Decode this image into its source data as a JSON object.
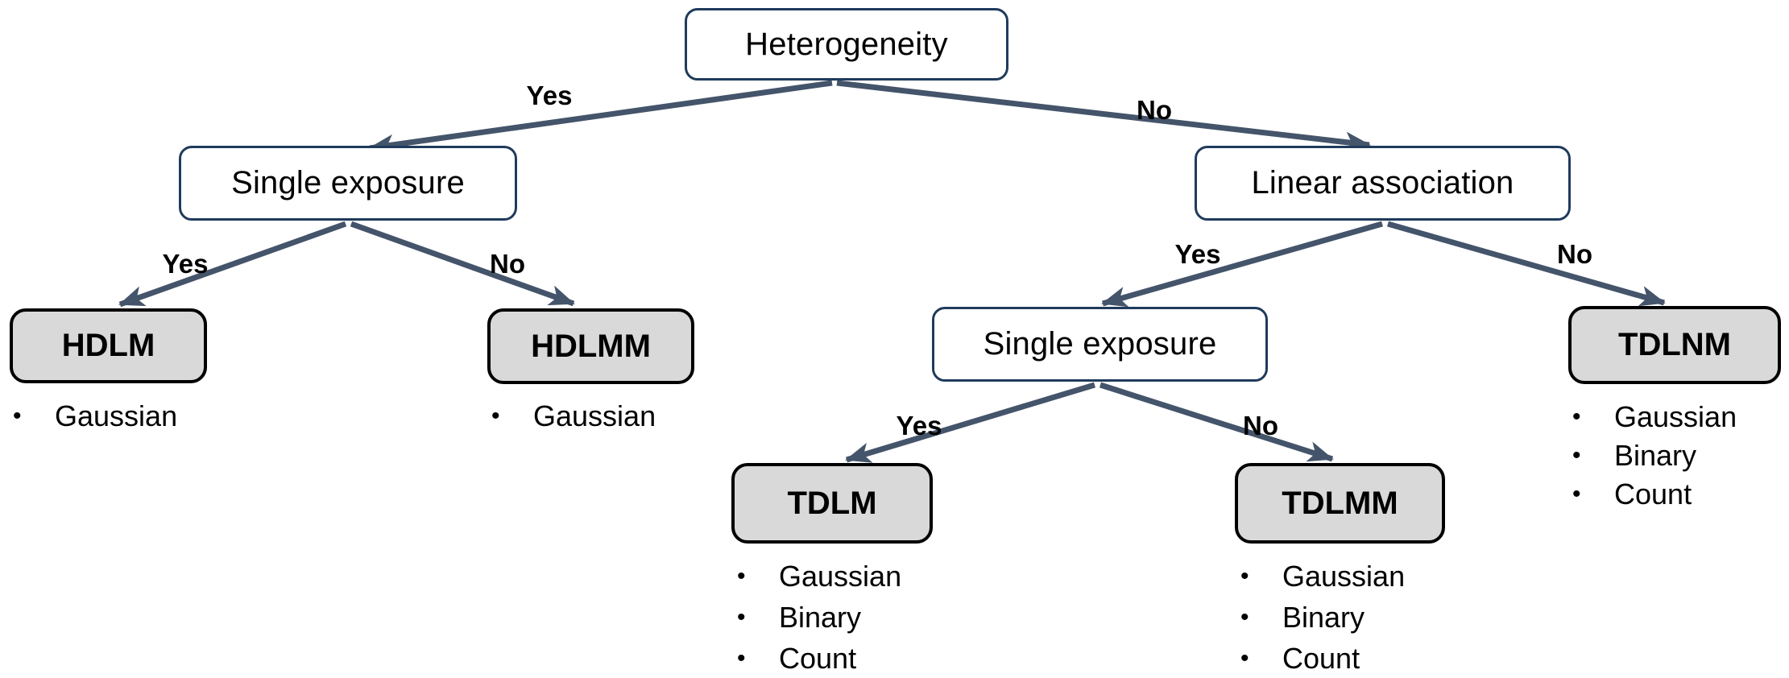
{
  "diagram": {
    "type": "decision-tree",
    "colors": {
      "connector": "#44546A",
      "decision_border": "#1F3B5C",
      "decision_fill": "#FFFFFF",
      "terminal_fill": "#D9D9D9",
      "terminal_border": "#000000",
      "text": "#000000"
    },
    "glyphs": {
      "bullet": "•"
    },
    "nodes": {
      "heterogeneity": {
        "label": "Heterogeneity"
      },
      "single_exposure_left": {
        "label": "Single exposure"
      },
      "linear_association": {
        "label": "Linear association"
      },
      "single_exposure_right": {
        "label": "Single exposure"
      },
      "hdlm": {
        "label": "HDLM",
        "bullets": [
          "Gaussian"
        ]
      },
      "hdlmm": {
        "label": "HDLMM",
        "bullets": [
          "Gaussian"
        ]
      },
      "tdlm": {
        "label": "TDLM",
        "bullets": [
          "Gaussian",
          "Binary",
          "Count"
        ]
      },
      "tdlmm": {
        "label": "TDLMM",
        "bullets": [
          "Gaussian",
          "Binary",
          "Count"
        ]
      },
      "tdlnm": {
        "label": "TDLNM",
        "bullets": [
          "Gaussian",
          "Binary",
          "Count"
        ]
      }
    },
    "edge_labels": {
      "heterogeneity_yes": "Yes",
      "heterogeneity_no": "No",
      "single_exposure_left_yes": "Yes",
      "single_exposure_left_no": "No",
      "linear_association_yes": "Yes",
      "linear_association_no": "No",
      "single_exposure_right_yes": "Yes",
      "single_exposure_right_no": "No"
    }
  }
}
